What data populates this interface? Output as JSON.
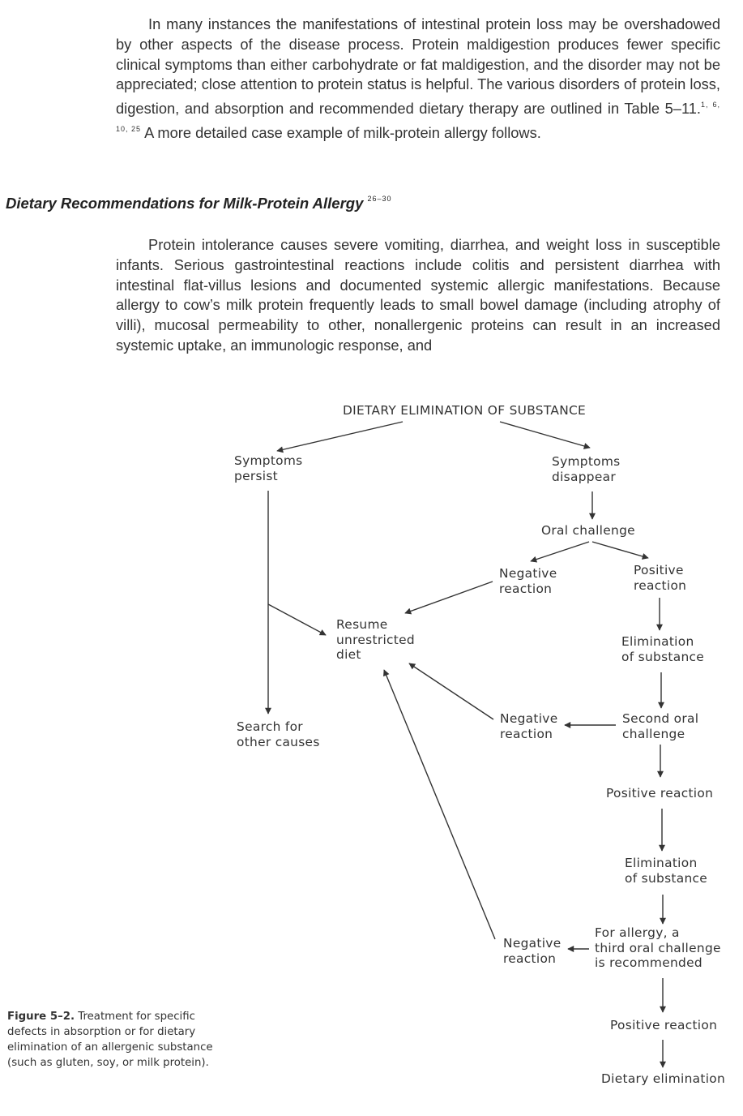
{
  "intro": {
    "text": "In many instances the manifestations of intestinal protein loss may be overshadowed by other aspects of the disease process. Protein maldigestion produces fewer specific clinical symptoms than either carbohydrate or fat maldigestion, and the disorder may not be appreciated; close attention to protein status is helpful. The various disorders of protein loss, digestion, and absorption and recommended dietary therapy are outlined in Table 5–11.",
    "refs": "1, 6, 10, 25",
    "tail": " A more detailed case example of milk-protein allergy follows."
  },
  "section": {
    "heading": "Dietary Recommendations for Milk-Protein Allergy",
    "refs": "26–30",
    "body": "Protein intolerance causes severe vomiting, diarrhea, and weight loss in susceptible infants. Serious gastrointestinal reactions include colitis and persistent diarrhea with intestinal flat-villus lesions and documented systemic allergic manifestations. Because allergy to cow’s milk protein frequently leads to small bowel damage (including atrophy of villi), mucosal permeability to other, nonallergenic proteins can result in an increased systemic uptake, an immunologic response, and"
  },
  "flowchart": {
    "start": "DIETARY ELIMINATION OF SUBSTANCE",
    "symptoms_persist": "Symptoms\npersist",
    "symptoms_disappear": "Symptoms\ndisappear",
    "oral_challenge": "Oral challenge",
    "negative_1": "Negative\nreaction",
    "positive_1": "Positive\nreaction",
    "resume_diet": "Resume\nunrestricted\ndiet",
    "elimination_1": "Elimination\nof substance",
    "search_other": "Search for\nother causes",
    "negative_2": "Negative\nreaction",
    "second_challenge": "Second oral\nchallenge",
    "positive_2": "Positive reaction",
    "elimination_2": "Elimination\nof substance",
    "negative_3": "Negative\nreaction",
    "third_challenge": "For allergy, a\nthird oral challenge\nis recommended",
    "positive_3": "Positive reaction",
    "dietary_elimination": "Dietary elimination"
  },
  "caption": {
    "label": "Figure 5–2.",
    "text": " Treatment for specific defects in absorption or for dietary elimination of an allergenic substance (such as gluten, soy, or milk protein)."
  }
}
